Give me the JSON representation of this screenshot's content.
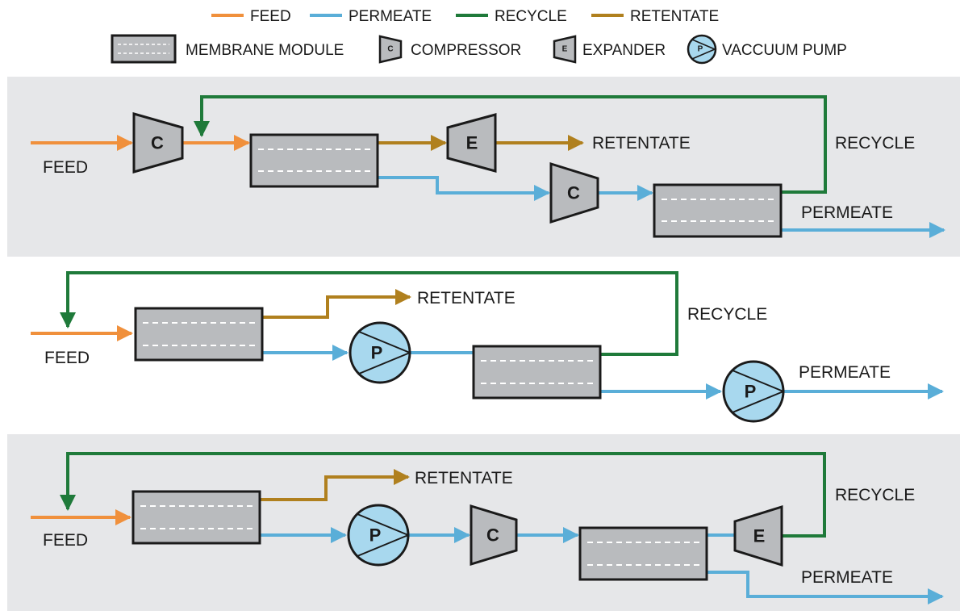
{
  "colors": {
    "feed": "#f0903c",
    "permeate": "#5aaed8",
    "recycle": "#1f7a3a",
    "retentate": "#b0801e",
    "panel": "#e6e7e9",
    "module": "#b9bbbe",
    "pump": "#a8d8ee",
    "outline": "#1a1a1a"
  },
  "legend": {
    "feed": "FEED",
    "permeate": "PERMEATE",
    "recycle": "RECYCLE",
    "retentate": "RETENTATE",
    "membrane_module": "MEMBRANE MODULE",
    "compressor": "COMPRESSOR",
    "expander": "EXPANDER",
    "vacuum_pump": "VACCUUM PUMP",
    "compressor_glyph": "C",
    "expander_glyph": "E",
    "pump_glyph": "P"
  },
  "panel1": {
    "feed": "FEED",
    "retentate": "RETENTATE",
    "recycle": "RECYCLE",
    "permeate": "PERMEATE"
  },
  "panel2": {
    "feed": "FEED",
    "retentate": "RETENTATE",
    "recycle": "RECYCLE",
    "permeate": "PERMEATE"
  },
  "panel3": {
    "feed": "FEED",
    "retentate": "RETENTATE",
    "recycle": "RECYCLE",
    "permeate": "PERMEATE"
  },
  "glyphs": {
    "compressor": "C",
    "expander": "E",
    "pump": "P"
  }
}
